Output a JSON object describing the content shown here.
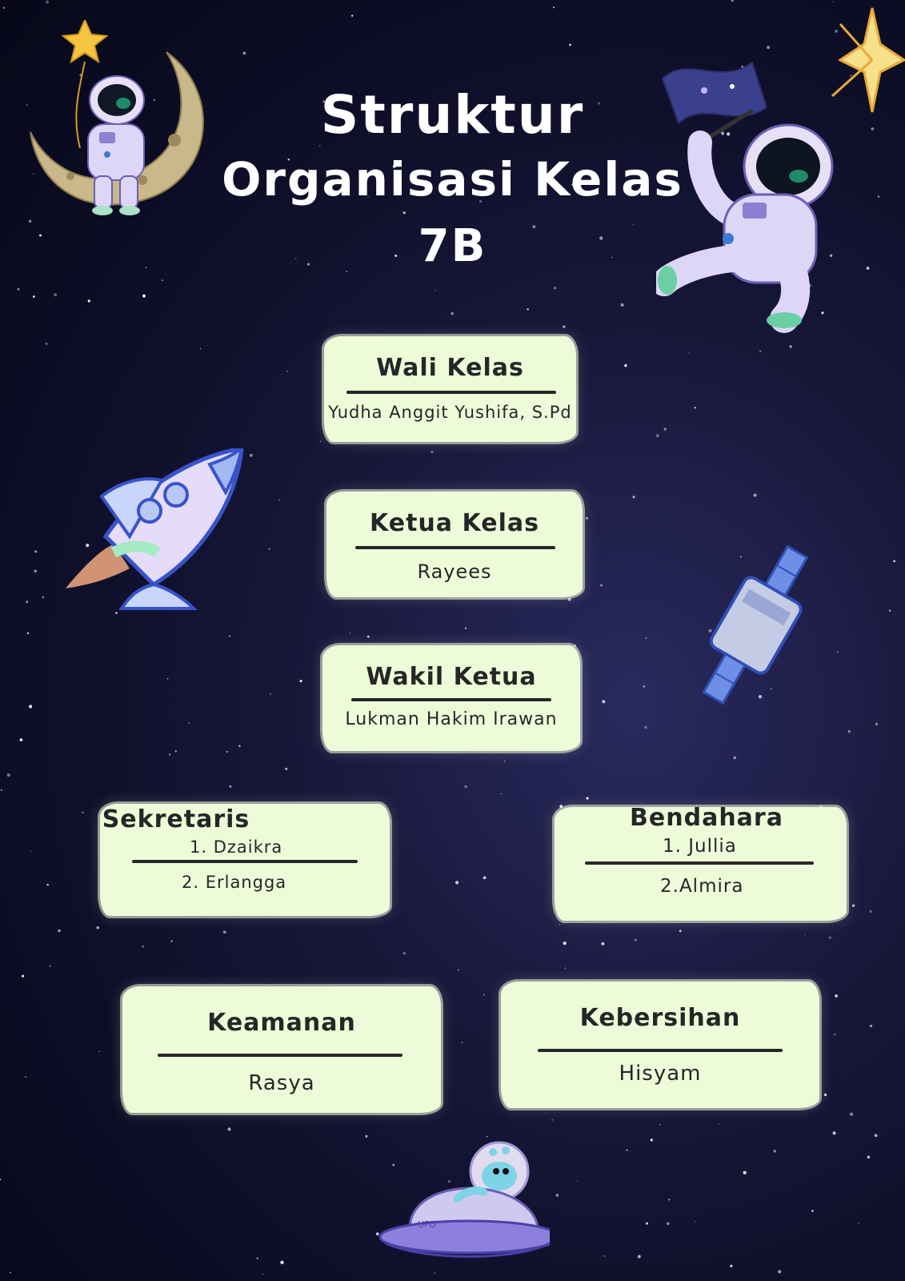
{
  "title": {
    "line1": "Struktur",
    "line2": "Organisasi Kelas",
    "line3": "7B"
  },
  "cards": {
    "wali_kelas": {
      "role": "Wali Kelas",
      "name": "Yudha Anggit Yushifa, S.Pd"
    },
    "ketua_kelas": {
      "role": "Ketua Kelas",
      "name": "Rayees"
    },
    "wakil_ketua": {
      "role": "Wakil Ketua",
      "name": "Lukman Hakim Irawan"
    },
    "sekretaris": {
      "role": "Sekretaris",
      "name1": "1. Dzaikra",
      "name2": "2. Erlangga"
    },
    "bendahara": {
      "role": "Bendahara",
      "name1": "1. Jullia",
      "name2": "2.Almira"
    },
    "keamanan": {
      "role": "Keamanan",
      "name": "Rasya"
    },
    "kebersihan": {
      "role": "Kebersihan",
      "name": "Hisyam"
    }
  },
  "decorations": {
    "ufo_label": "UFO",
    "icons": [
      "astronaut-on-moon-icon",
      "star-balloon-icon",
      "astronaut-with-flag-icon",
      "star-icon",
      "rocket-icon",
      "satellite-icon",
      "ufo-alien-icon"
    ]
  },
  "colors": {
    "background": "#0c0c24",
    "card": "#eefbd9",
    "text_dark": "#262626",
    "title": "#ffffff"
  }
}
